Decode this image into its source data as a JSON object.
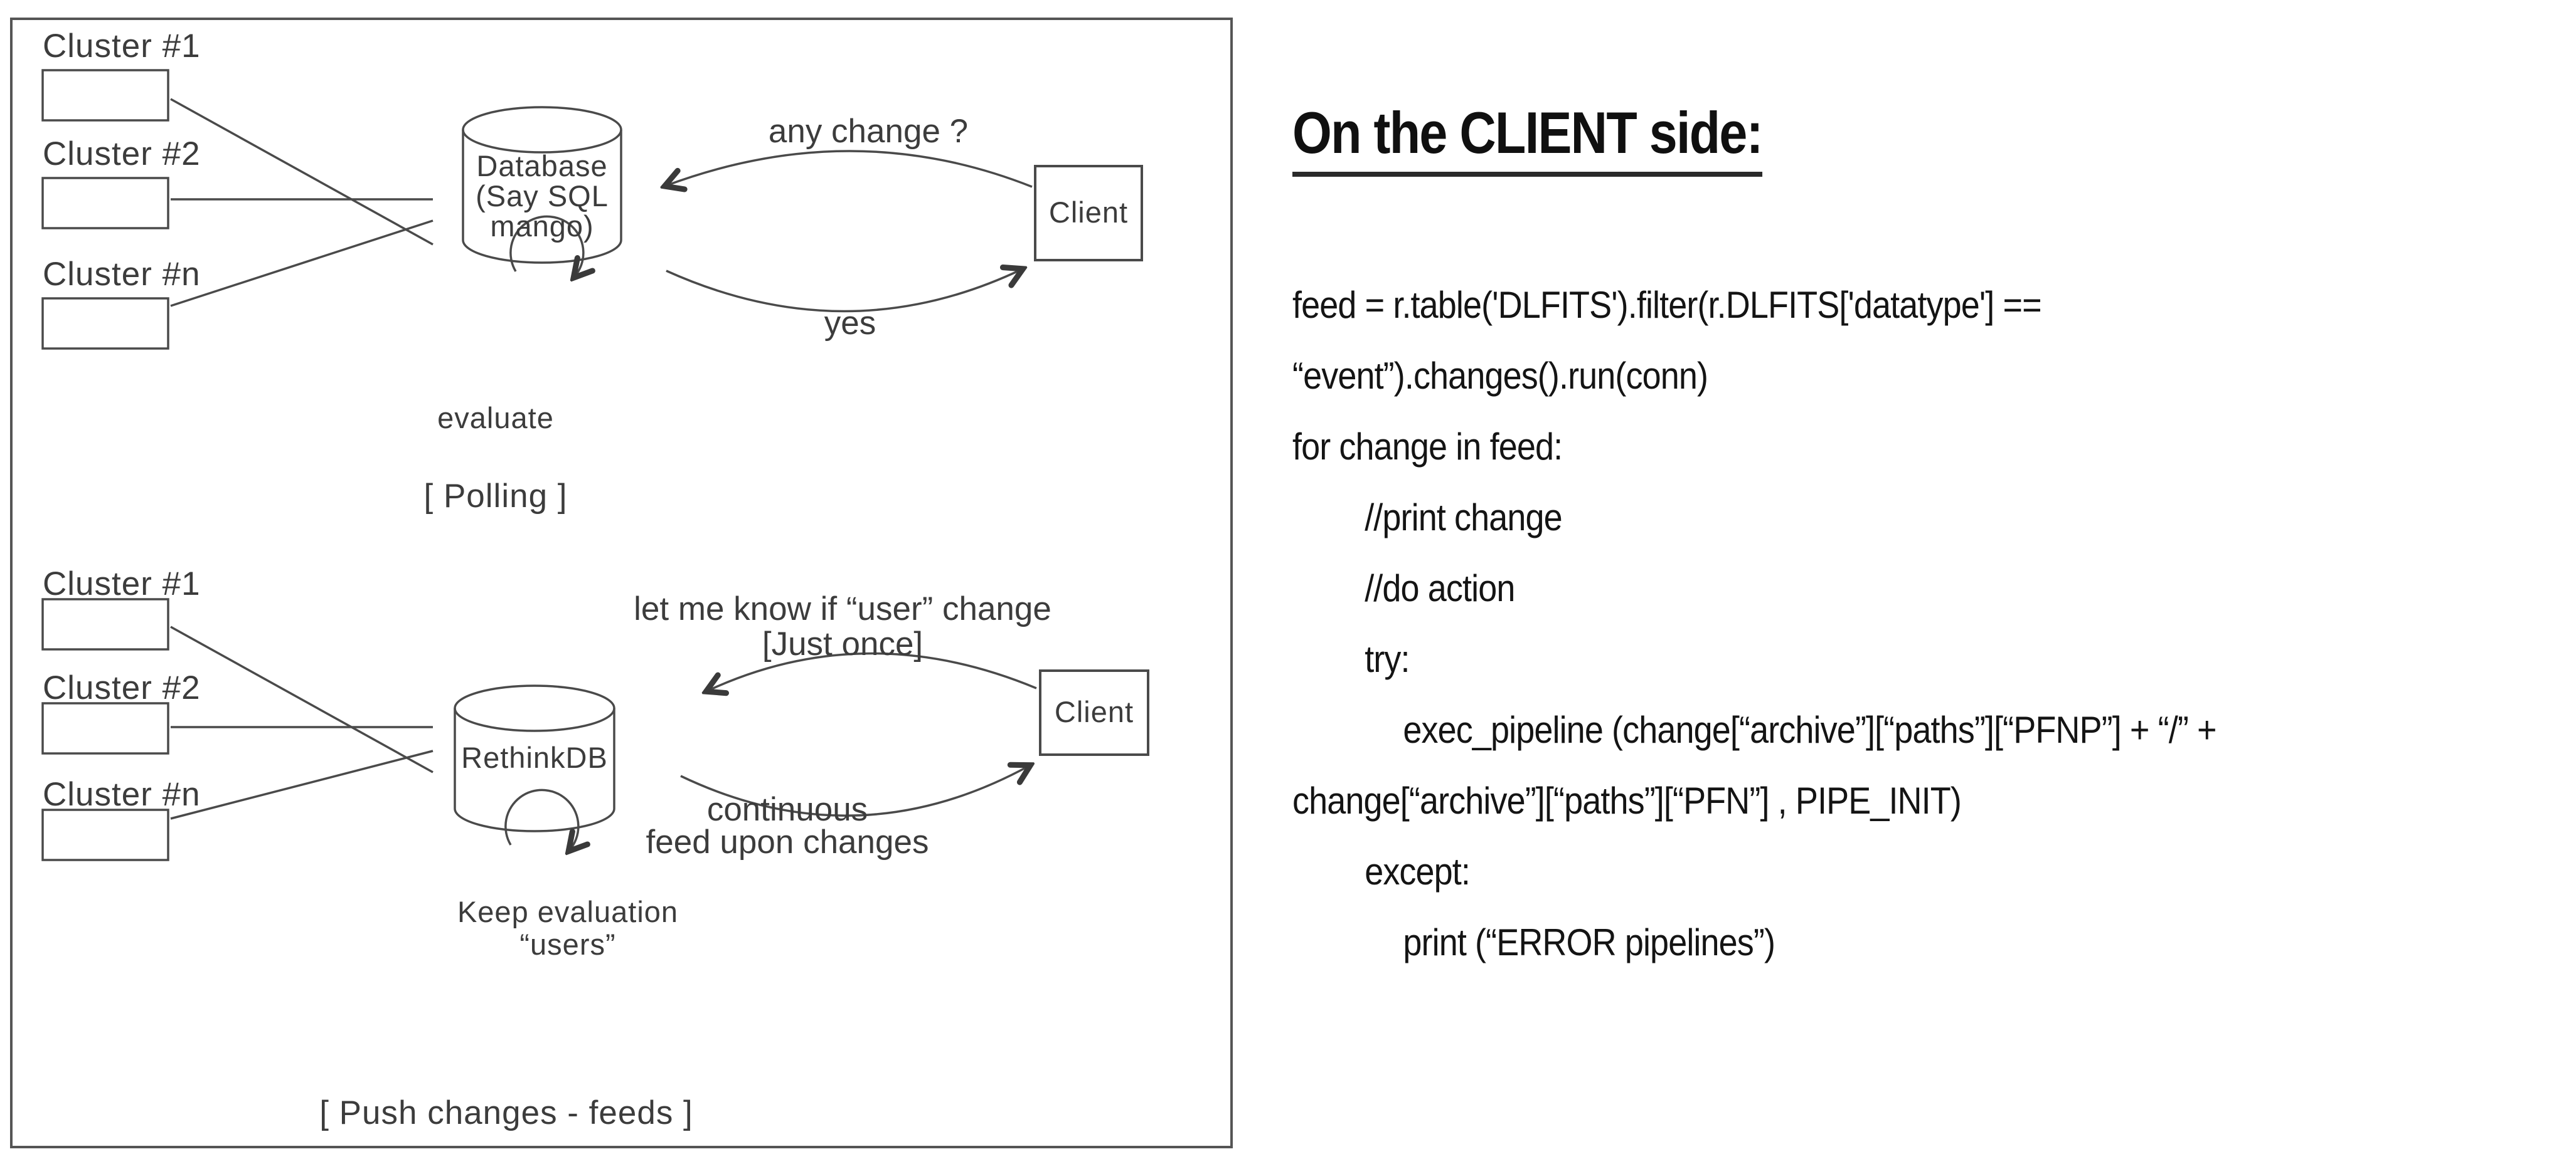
{
  "colors": {
    "background": "#ffffff",
    "diagram_stroke": "#4a4a4a",
    "panel_border": "#555555",
    "diagram_text": "#3c3c3c",
    "code_text": "#141414",
    "heading_text": "#101010"
  },
  "diagram": {
    "polling": {
      "cluster_labels": [
        "Cluster #1",
        "Cluster #2",
        "Cluster #n"
      ],
      "database_line1": "Database",
      "database_line2": "(Say SQL",
      "database_line3": "mango)",
      "client_label": "Client",
      "request_arc_label": "any change ?",
      "response_arc_label": "yes",
      "self_loop_label": "evaluate",
      "caption": "[ Polling ]"
    },
    "push_feeds": {
      "cluster_labels": [
        "Cluster #1",
        "Cluster #2",
        "Cluster #n"
      ],
      "database_label": "RethinkDB",
      "client_label": "Client",
      "request_arc_label_line1": "let me know if “user” change",
      "request_arc_label_line2": "[Just once]",
      "response_arc_label_line1": "continuous",
      "response_arc_label_line2": "feed upon changes",
      "self_loop_label_line1": "Keep evaluation",
      "self_loop_label_line2": "“users”",
      "caption": "[ Push changes - feeds ]"
    }
  },
  "code_panel": {
    "heading": "On the CLIENT side:",
    "code_lines": [
      "feed = r.table('DLFITS').filter(r.DLFITS['datatype'] ==",
      "“event”).changes().run(conn)",
      "for change in feed:",
      "//print change",
      "//do action",
      "try:",
      "exec_pipeline (change[“archive”][“paths”][“PFNP”] + “/” +",
      "change[“archive”][“paths”][“PFN”] , PIPE_INIT)",
      "except:",
      "print (“ERROR pipelines”)"
    ]
  }
}
